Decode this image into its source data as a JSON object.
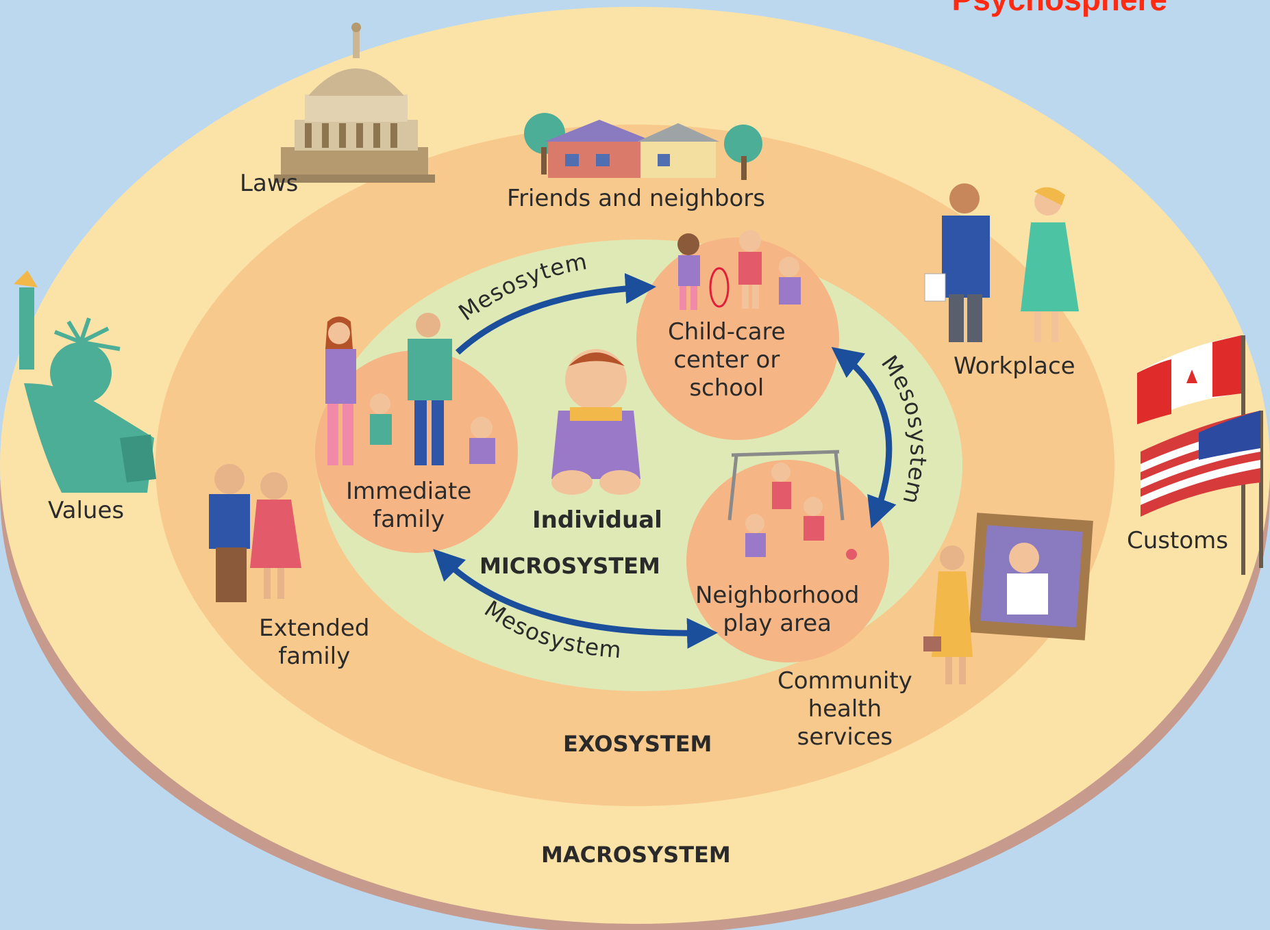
{
  "header": {
    "title": "Psychosphere",
    "title_color": "#ff2a12"
  },
  "layers": {
    "macrosystem": "MACROSYSTEM",
    "exosystem": "EXOSYSTEM",
    "microsystem": "MICROSYSTEM",
    "individual": "Individual"
  },
  "macro_items": {
    "laws": "Laws",
    "values": "Values",
    "customs": "Customs"
  },
  "exo_items": {
    "friends": "Friends and neighbors",
    "workplace": "Workplace",
    "extended_family": [
      "Extended",
      "family"
    ],
    "community_health": [
      "Community",
      "health",
      "services"
    ]
  },
  "micro_items": {
    "immediate_family": [
      "Immediate",
      "family"
    ],
    "childcare": [
      "Child-care",
      "center or",
      "school"
    ],
    "play_area": [
      "Neighborhood",
      "play area"
    ]
  },
  "mesosystem_labels": {
    "top": "Mesosytem",
    "right": "Mesosystem",
    "bottom": "Mesosystem"
  },
  "icons": [
    "capitol-icon",
    "houses-icon",
    "statue-of-liberty-icon",
    "business-people-icon",
    "flags-icon",
    "elderly-couple-icon",
    "doctor-visit-icon",
    "family-icon",
    "children-icon",
    "playground-icon",
    "baby-icon"
  ],
  "colors": {
    "background": "#bcd8ee",
    "macro_ring": "#fbe3a8",
    "macro_rim": "#c79a8e",
    "exo_ring": "#f8c98d",
    "micro_ring": "#dfe9b6",
    "node_circle": "#f5b585",
    "arrow": "#1b4f9c"
  }
}
